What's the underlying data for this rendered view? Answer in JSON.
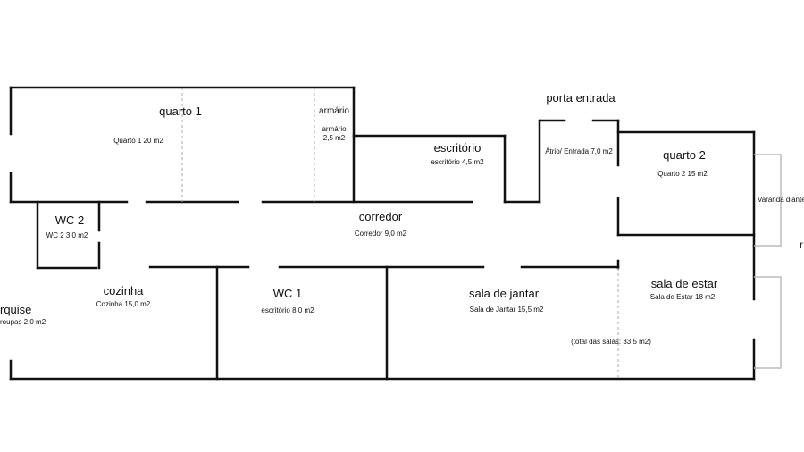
{
  "rooms": {
    "quarto1": {
      "name": "quarto 1",
      "area": "Quarto 1   20 m2"
    },
    "armario": {
      "name": "armário",
      "area_line1": "armário",
      "area_line2": "2,5 m2"
    },
    "escritorio_top": {
      "name": "escritório",
      "area": "escritório 4,5 m2"
    },
    "porta_entrada": {
      "name": "porta entrada"
    },
    "atrio": {
      "area": "Átrio/ Entrada   7,0 m2"
    },
    "quarto2": {
      "name": "quarto 2",
      "area": "Quarto 2    15 m2"
    },
    "varanda": {
      "area": "Varanda diante"
    },
    "wc2": {
      "name": "WC 2",
      "area": "WC 2   3,0 m2"
    },
    "corredor": {
      "name": "corredor",
      "area": "Corredor   9,0 m2"
    },
    "cozinha": {
      "name": "cozinha",
      "area": "Cozinha 15,0 m2"
    },
    "marquise": {
      "name": "rquise",
      "area": "roupas   2,0 m2"
    },
    "wc1": {
      "name": "WC 1",
      "area": "escritório 8,0 m2"
    },
    "sala_jantar": {
      "name": "sala de jantar",
      "area": "Sala de Jantar 15,5 m2"
    },
    "sala_estar": {
      "name": "sala de estar",
      "area": "Sala de Estar 18 m2"
    },
    "total_salas": {
      "area": "(total das salas: 33,5 m2)"
    },
    "edge_right": {
      "name": "r"
    }
  },
  "colors": {
    "wall": "#111111",
    "dashed": "#aaaaaa",
    "balcony": "#bbbbbb"
  }
}
